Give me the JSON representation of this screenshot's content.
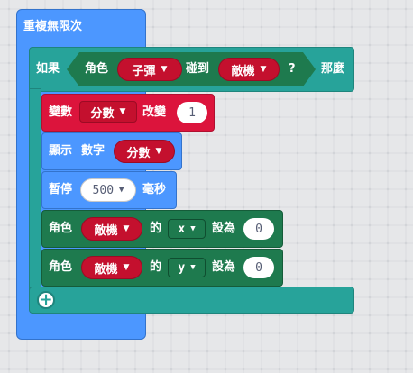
{
  "forever": {
    "label": "重複無限次"
  },
  "if_block": {
    "label": "如果",
    "then_label": "那麼",
    "condition": {
      "sprite_label": "角色",
      "sprite_value": "子彈",
      "touch_label": "碰到",
      "target_value": "敵機",
      "question": "?"
    }
  },
  "blocks": [
    {
      "prefix": "變數",
      "dropdown": "分數",
      "action": "改變",
      "value": "1"
    },
    {
      "prefix": "顯示",
      "middle": "數字",
      "dropdown": "分數"
    },
    {
      "prefix": "暫停",
      "dropdown": "500",
      "suffix": "毫秒"
    },
    {
      "prefix": "角色",
      "dropdown": "敵機",
      "of": "的",
      "prop": "x",
      "set": "設為",
      "value": "0"
    },
    {
      "prefix": "角色",
      "dropdown": "敵機",
      "of": "的",
      "prop": "y",
      "set": "設為",
      "value": "0"
    }
  ],
  "icons": {
    "dropdown": "caret-down",
    "add": "plus-circle"
  },
  "colors": {
    "loops": "#4c97ff",
    "logic": "#27a39a",
    "variables": "#dc143c",
    "sprites": "#1e7a4e",
    "workspace": "#e6e7e9"
  }
}
